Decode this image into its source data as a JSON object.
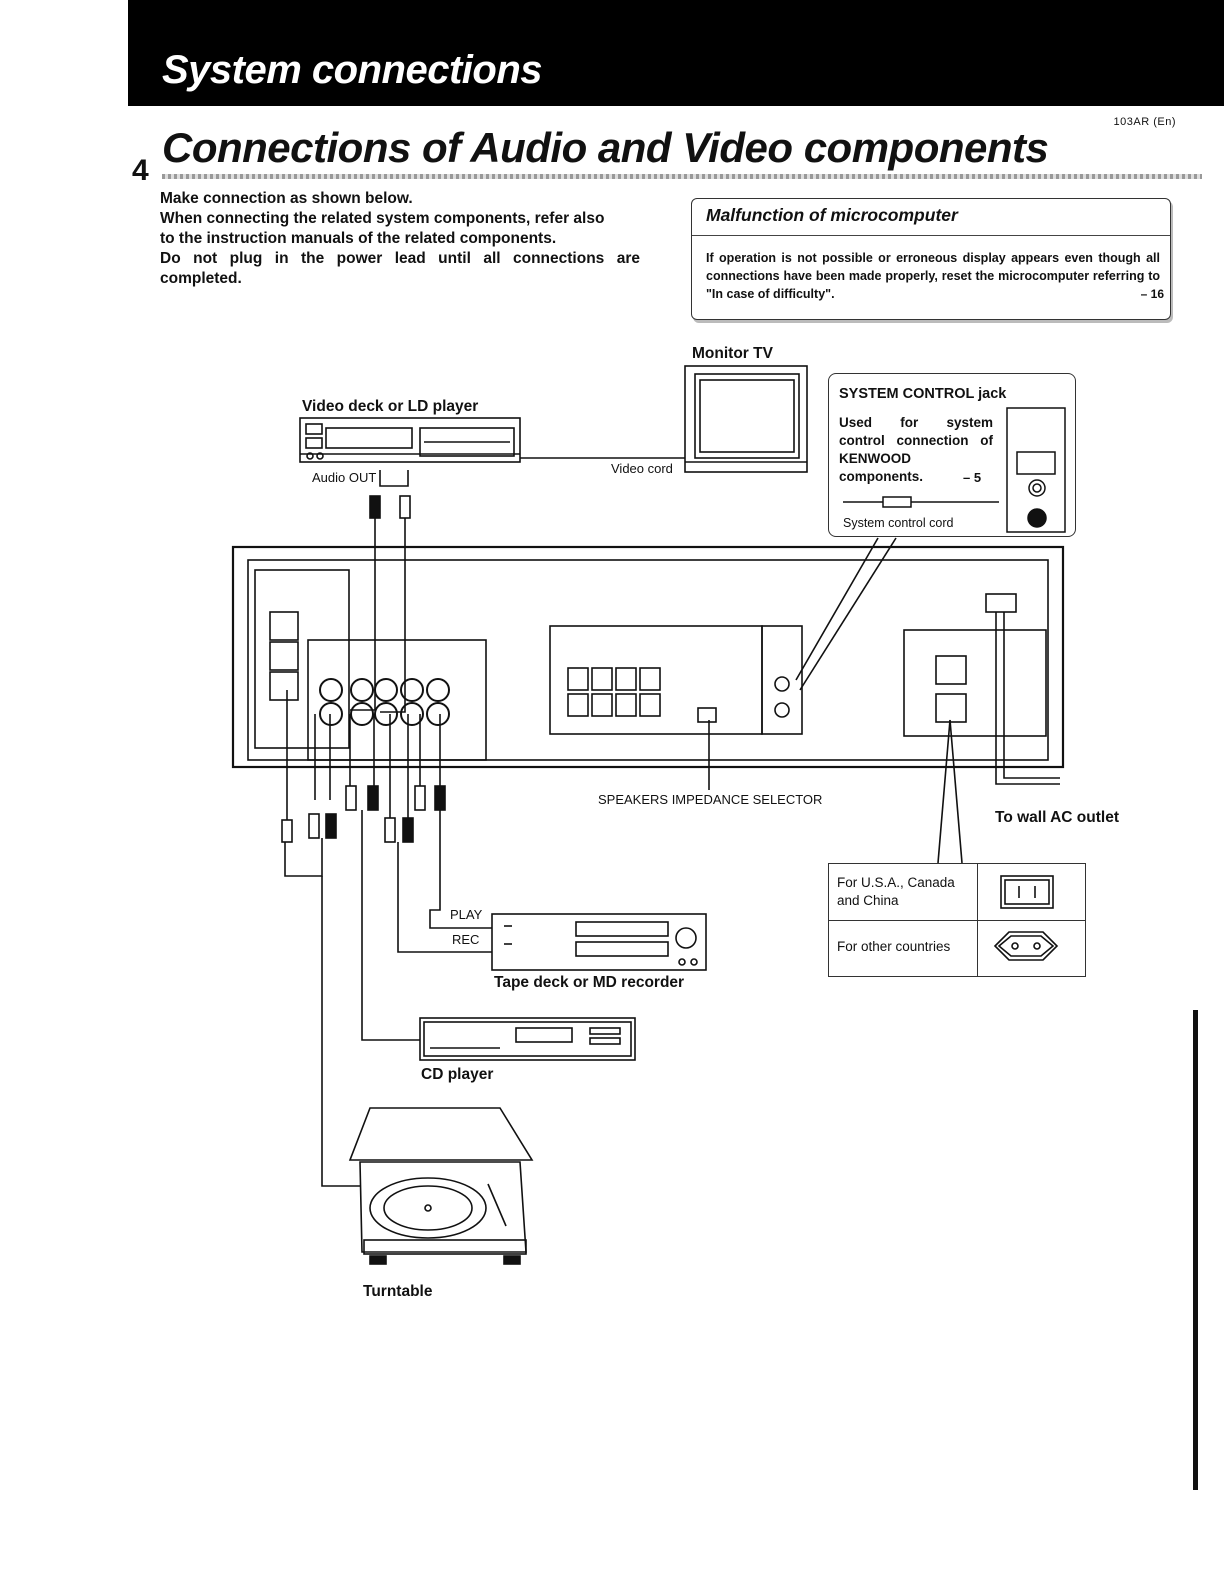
{
  "header": {
    "section_title": "System connections",
    "doc_code": "103AR (En)",
    "page_number": "4",
    "page_heading": "Connections of Audio and Video components"
  },
  "intro": {
    "line1": "Make  connection as shown below.",
    "line2": "When connecting the related system components, refer also",
    "line3": "to the instruction manuals of the related components.",
    "line4": "Do  not  plug  in  the  power  lead  until  all  connections  are",
    "line5": "completed."
  },
  "malfunction_note": {
    "title": "Malfunction of microcomputer",
    "text": "If operation is not possible or erroneous display appears even though all connections have been made properly, reset the microcomputer referring to \"In case of difficulty\".",
    "ref": "– 16"
  },
  "diagram": {
    "video_deck_label": "Video deck or LD player",
    "audio_out_label": "Audio OUT",
    "monitor_label": "Monitor TV",
    "video_cord_label": "Video cord",
    "system_control": {
      "title": "SYSTEM CONTROL jack",
      "text": "Used for system control connection of KENWOOD components.",
      "ref": "– 5",
      "cord": "System control cord"
    },
    "speakers_selector_label": "SPEAKERS IMPEDANCE SELECTOR",
    "wall_outlet_label": "To wall AC outlet",
    "play_label": "PLAY",
    "rec_label": "REC",
    "tape_deck_label": "Tape deck or MD recorder",
    "cd_player_label": "CD player",
    "turntable_label": "Turntable",
    "ac_table": {
      "row1": "For U.S.A., Canada and China",
      "row2": "For other countries"
    }
  }
}
